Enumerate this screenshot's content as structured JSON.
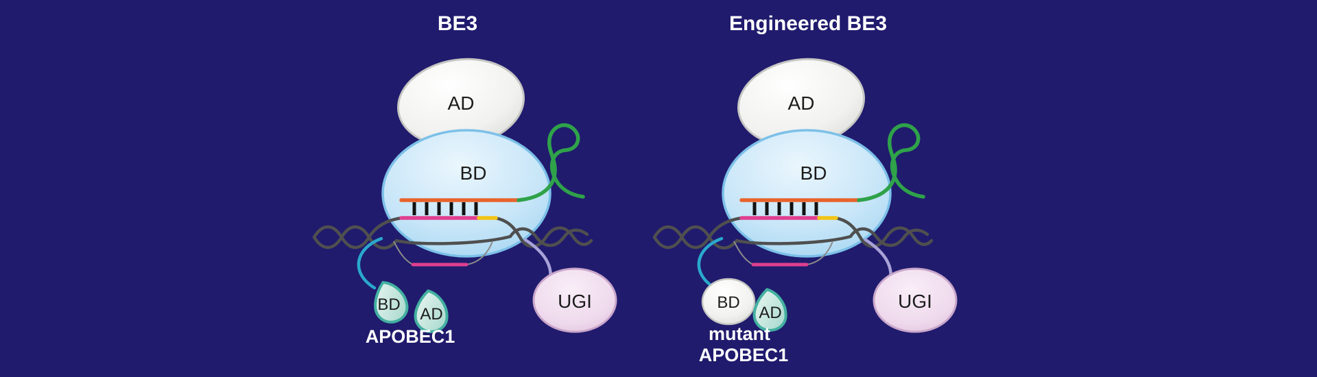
{
  "figure": {
    "background_color": "#201b6d",
    "diagrams": [
      {
        "title": "BE3",
        "cas9": {
          "ad_label": "AD",
          "bd_label": "BD"
        },
        "ugi": {
          "label": "UGI"
        },
        "apobec": {
          "bd_label": "BD",
          "ad_label": "AD",
          "caption1": "APOBEC1"
        }
      },
      {
        "title": "Engineered BE3",
        "cas9": {
          "ad_label": "AD",
          "bd_label": "BD"
        },
        "ugi": {
          "label": "UGI"
        },
        "apobec": {
          "bd_label": "BD",
          "ad_label": "AD",
          "caption1": "mutant",
          "caption2": "APOBEC1"
        }
      }
    ],
    "colors": {
      "background": "#201b6d",
      "cas9_bd_fill": "#cde7f9",
      "cas9_bd_stroke": "#7cc0e8",
      "ad_fill": "#f3f3f1",
      "ad_stroke": "#c6c6c3",
      "sgrna_green": "#2fa24a",
      "guide_rna_orange": "#e8632c",
      "base_pair_black": "#111111",
      "target_pink": "#e03f90",
      "pam_yellow": "#f3c417",
      "dna_gray": "#4f4f4f",
      "apobec_linker_cyan": "#2aa8cc",
      "apobec_fill": "#cdeae2",
      "apobec_stroke": "#43b0a1",
      "ugi_linker_purple": "#a8a2d8",
      "ugi_fill": "#f0ddee",
      "ugi_stroke": "#c9a6ca",
      "label_dark": "#1c1c1c",
      "label_light": "#ffffff"
    }
  }
}
